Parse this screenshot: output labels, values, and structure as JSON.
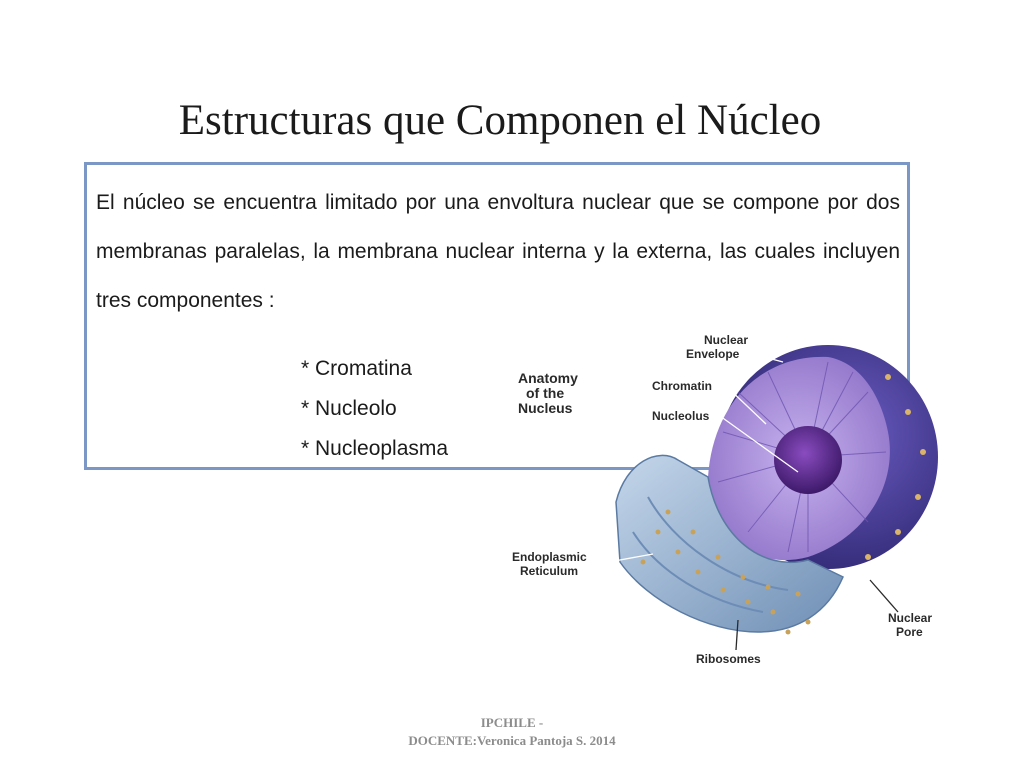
{
  "slide": {
    "title": "Estructuras que Componen el Núcleo",
    "paragraph": "El núcleo se encuentra limitado por una envoltura nuclear que se compone por dos membranas paralelas, la membrana nuclear interna y la externa, las cuales incluyen tres componentes :",
    "components": [
      "* Cromatina",
      "* Nucleolo",
      "* Nucleoplasma"
    ]
  },
  "figure": {
    "heading_lines": [
      "Anatomy",
      "of the",
      "Nucleus"
    ],
    "labels": {
      "nuclear_envelope": [
        "Nuclear",
        "Envelope"
      ],
      "chromatin": "Chromatin",
      "nucleolus": "Nucleolus",
      "endoplasmic_reticulum": [
        "Endoplasmic",
        "Reticulum"
      ],
      "nuclear_pore": [
        "Nuclear",
        "Pore"
      ],
      "ribosomes": "Ribosomes"
    },
    "colors": {
      "envelope": "#4a3f9e",
      "nucleoplasm": "#a98fd8",
      "nucleolus": "#5b2d8c",
      "reticulum": "#9fb8d6",
      "ribosome": "#c9a25a"
    }
  },
  "footer": {
    "line1": "IPCHILE -",
    "line2": "DOCENTE:Veronica Pantoja S. 2014"
  }
}
